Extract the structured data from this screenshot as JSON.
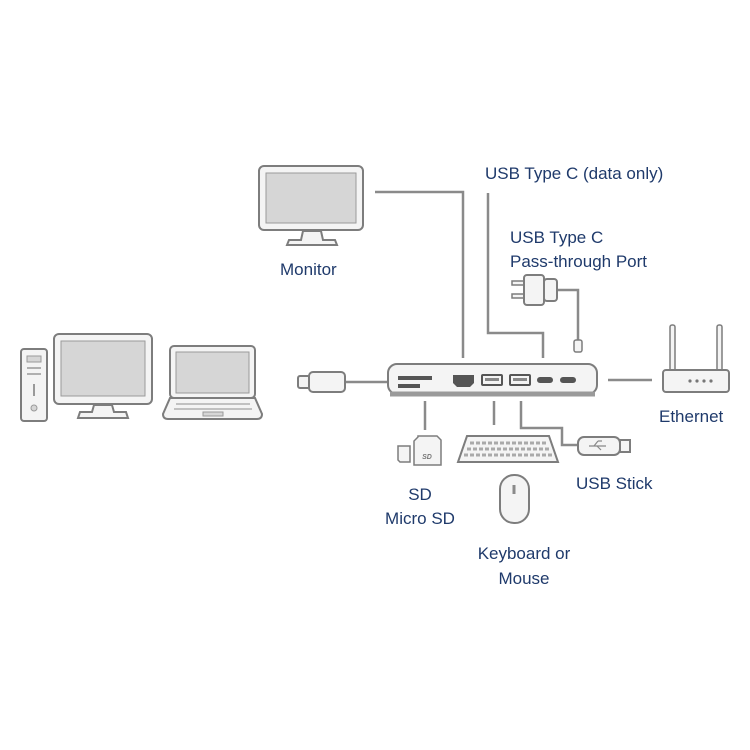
{
  "labels": {
    "monitor": "Monitor",
    "usb_c_data": "USB Type C (data only)",
    "usb_c_pass_line1": "USB Type C",
    "usb_c_pass_line2": "Pass-through Port",
    "ethernet": "Ethernet",
    "usb_stick": "USB Stick",
    "sd_line1": "SD",
    "sd_line2": "Micro SD",
    "keyboard_line1": "Keyboard or",
    "keyboard_line2": "Mouse"
  },
  "colors": {
    "label_text": "#1f3a6b",
    "device_stroke": "#7d7d7d",
    "device_fill": "#f4f4f4",
    "screen_fill": "#d6d6d6",
    "cable": "#8a8a8a"
  }
}
